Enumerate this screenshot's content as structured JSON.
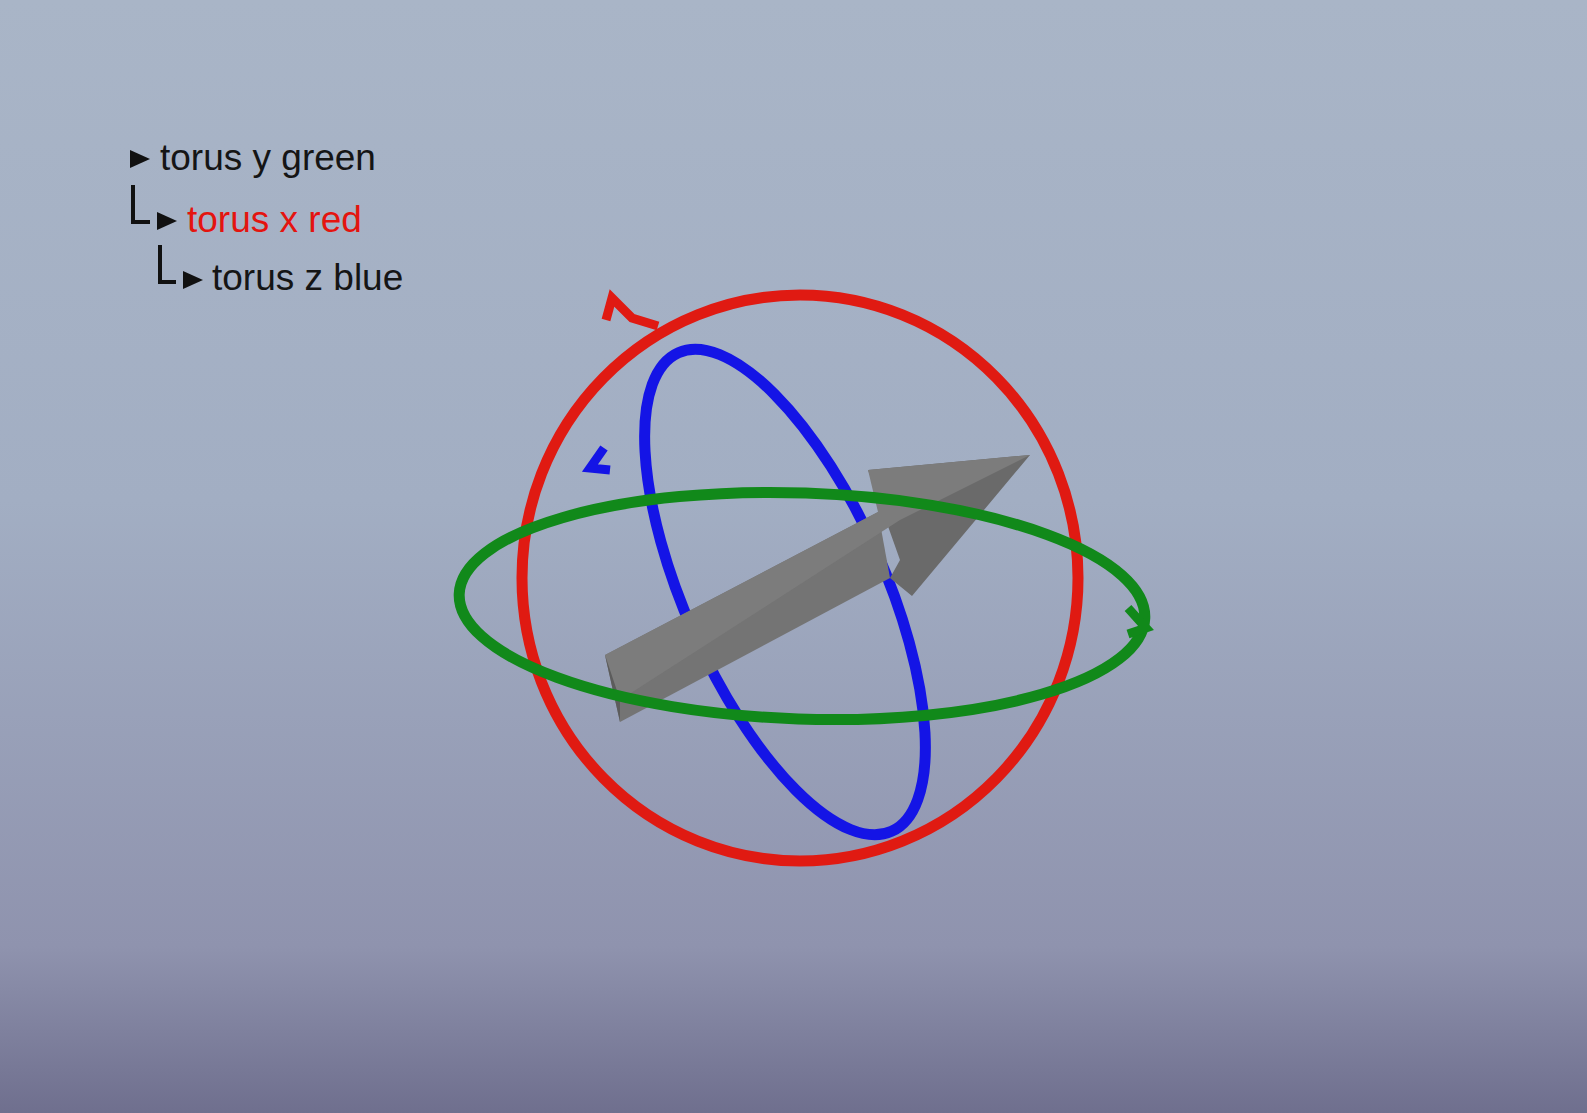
{
  "diagram": {
    "labels": [
      "torus y green",
      "torus x red",
      "torus z blue"
    ]
  }
}
